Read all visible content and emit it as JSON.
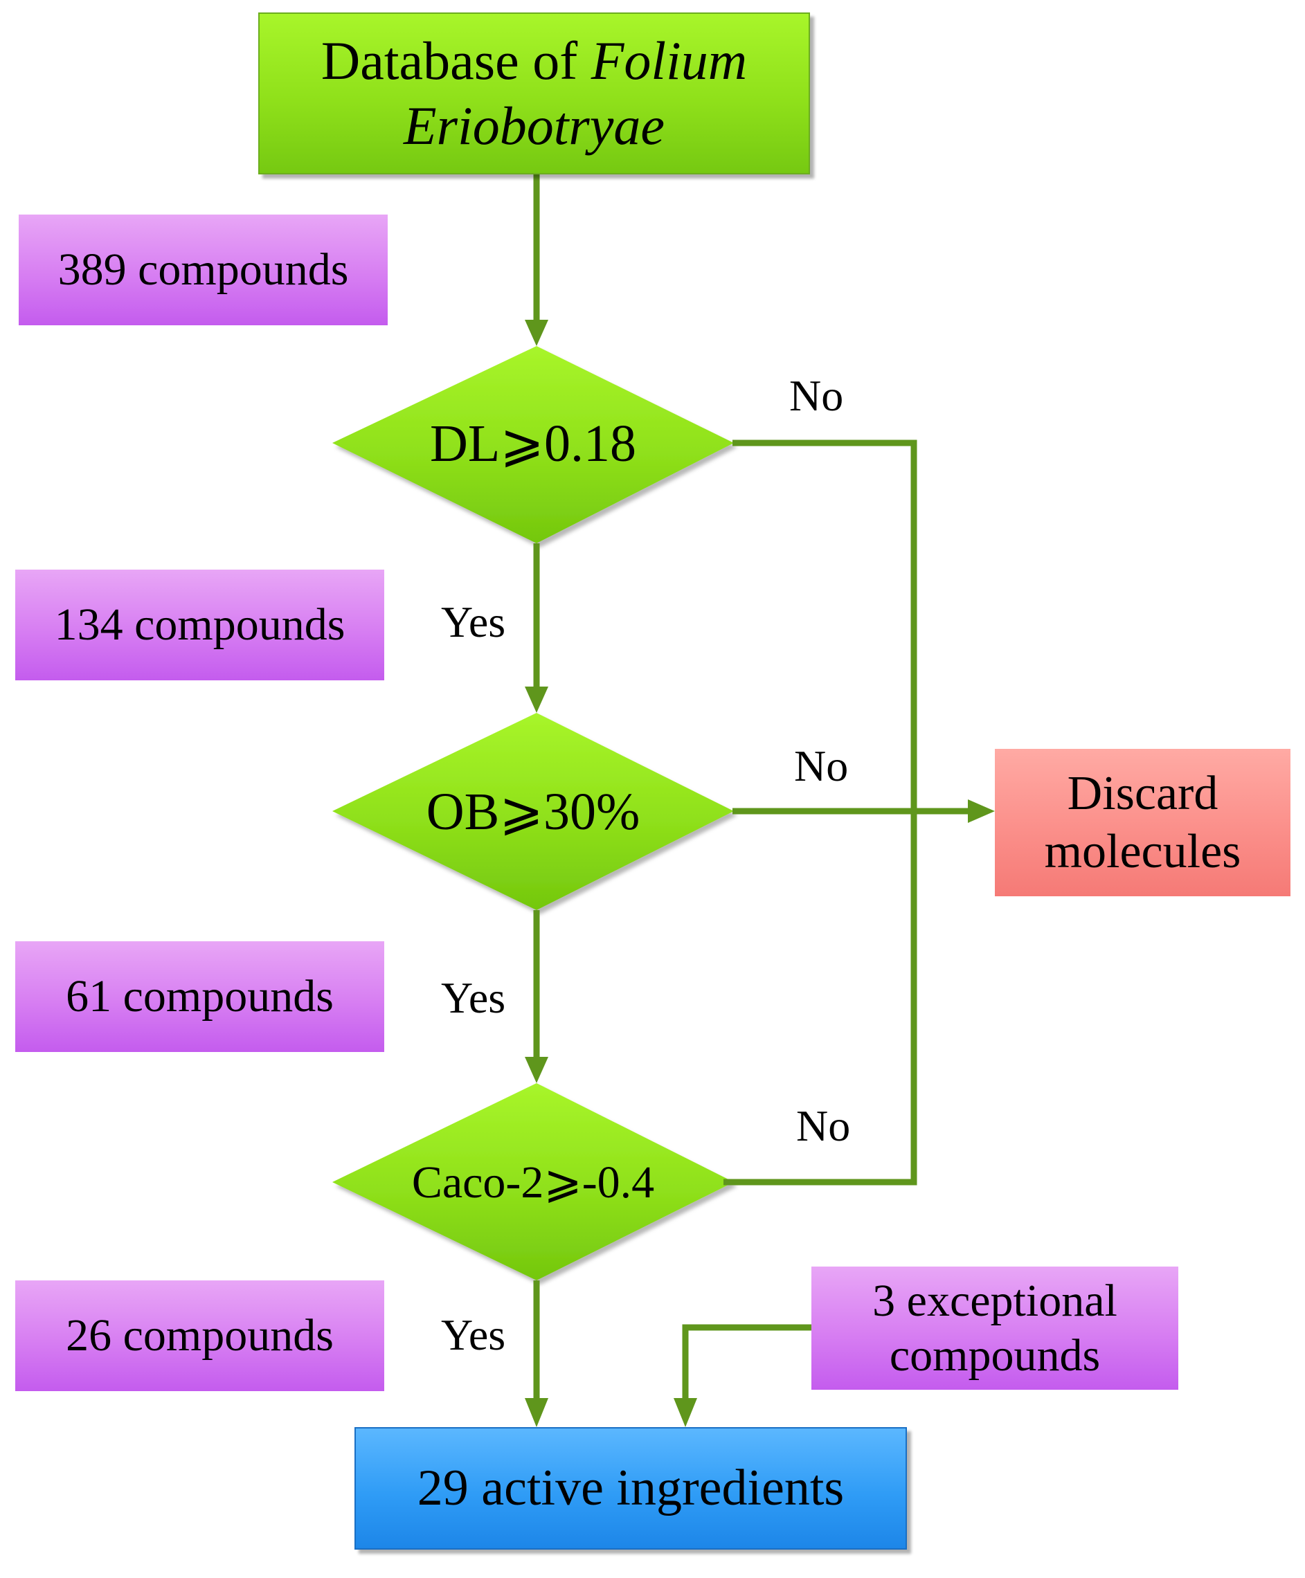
{
  "nodes": {
    "start": {
      "line1_prefix": "Database of ",
      "line1_italic": "Folium",
      "line2_italic": "Eriobotryae"
    },
    "decision_dl": {
      "label": "DL⩾0.18"
    },
    "decision_ob": {
      "label": "OB⩾30%"
    },
    "decision_caco": {
      "label": "Caco-2⩾-0.4"
    },
    "discard": {
      "line1": "Discard",
      "line2": "molecules"
    },
    "exceptional": {
      "line1": "3 exceptional",
      "line2": "compounds"
    },
    "result": {
      "label": "29 active ingredients"
    }
  },
  "counts": [
    {
      "label": "389 compounds"
    },
    {
      "label": "134 compounds"
    },
    {
      "label": "61 compounds"
    },
    {
      "label": "26 compounds"
    }
  ],
  "edge_labels": {
    "yes_1": "Yes",
    "yes_2": "Yes",
    "yes_3": "Yes",
    "no_1": "No",
    "no_2": "No",
    "no_3": "No"
  },
  "colors": {
    "arrow": "#5f961c",
    "green": "#8fe01a",
    "purple": "#d77ef2",
    "red": "#fb8f8a",
    "blue": "#2f9cf6"
  }
}
